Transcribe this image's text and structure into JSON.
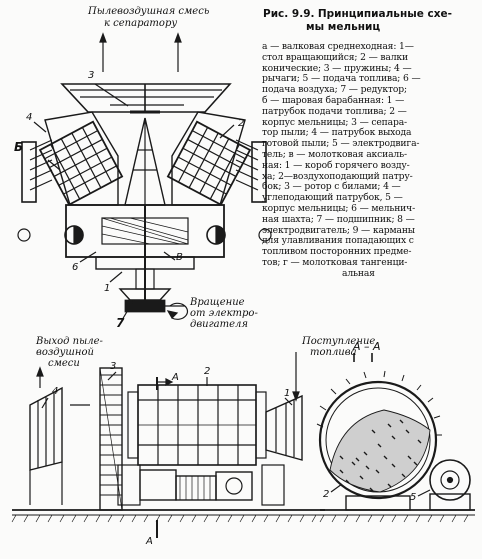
{
  "figure": {
    "number_label": "Рис. 9.9.",
    "title_line1": "Принципиальные схе-",
    "title_line2": "мы мельниц"
  },
  "caption_lines": [
    "а — валковая среднеходная: 1—",
    "стол вращающийся; 2 — валки",
    "конические; 3 — пружины; 4 —",
    "рычаги; 5 — подача топлива; 6 —",
    "подача воздуха; 7 — редуктор;",
    "б — шаровая барабанная: 1 —",
    "патрубок подачи топлива; 2 —",
    "корпус мельницы; 3 — сепара-",
    "тор пыли; 4 — патрубок выхода",
    "готовой пыли; 5 — электродвига-",
    "тель; в — молотковая аксиаль-",
    "ная: 1 — короб горячего возду-",
    "ха; 2—воздухоподающий патру-",
    "бок; 3 — ротор с билами; 4 —",
    "углеподающий патрубок, 5 —",
    "корпус мельницы; 6 — мельнич-",
    "ная шахта; 7 — подшипник; 8 —",
    "электродвигатель; 9 — карманы",
    "для улавливания попадающих с",
    "топливом посторонних предме-",
    "тов; г — молотковая тангенци-",
    "альная"
  ],
  "top_diagram": {
    "label_mix_line1": "Пылевоздушная смесь",
    "label_mix_line2": "к сепаратору",
    "label_rot_line1": "Вращение",
    "label_rot_line2": "от электро-",
    "label_rot_line3": "двигателя",
    "letter_b": "Б",
    "letter_v": "В",
    "n1": "1",
    "n2": "2",
    "n3": "3",
    "n4": "4",
    "n6": "6",
    "n7": "7"
  },
  "bottom_diagram": {
    "label_out_line1": "Выход пыле-",
    "label_out_line2": "воздушной",
    "label_out_line3": "смеси",
    "label_in_line1": "Поступление",
    "label_in_line2": "топлива",
    "section_a": "A",
    "section_aa": "A – A",
    "n1": "1",
    "n2": "2",
    "n3": "3",
    "n4": "4",
    "sec_n2": "2",
    "sec_n5": "5"
  }
}
